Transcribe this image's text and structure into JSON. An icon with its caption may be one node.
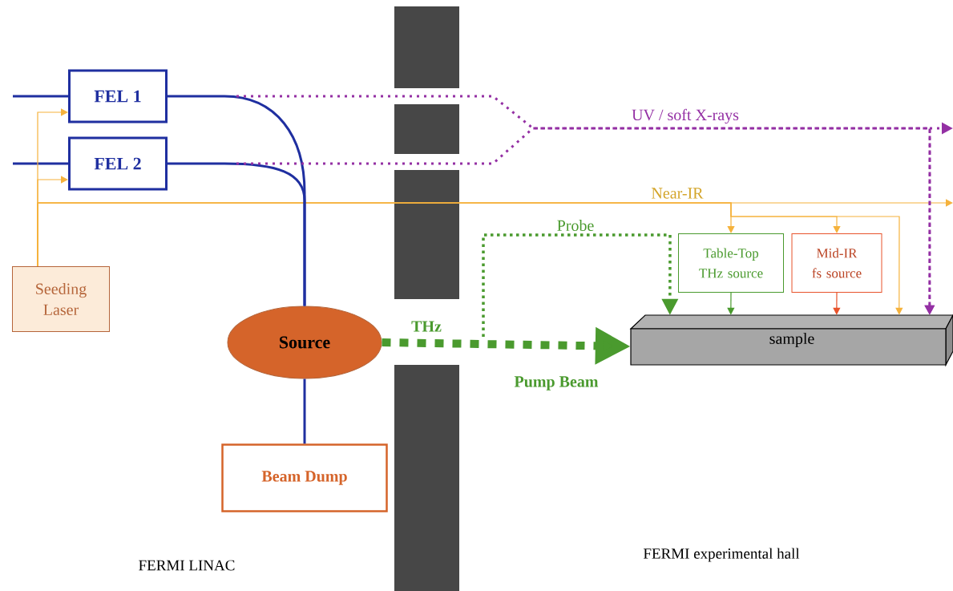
{
  "diagram": {
    "nodes": [
      {
        "text": [
          "FEL 1"
        ]
      },
      {
        "text": [
          "FEL 2"
        ]
      },
      {
        "text": [
          "Seeding Laser"
        ]
      },
      {
        "text": [
          "Source"
        ]
      },
      {
        "text": [
          "Beam Dump"
        ]
      },
      {
        "text": [
          "Table-Top THz source"
        ]
      },
      {
        "text": [
          "Mid-IR fs source"
        ]
      },
      {
        "text": [
          "sample"
        ]
      }
    ],
    "edges": [
      {
        "from": null,
        "to": 0,
        "arrow": "none",
        "color": "#1f2fa0"
      },
      {
        "from": null,
        "to": 1,
        "arrow": "none",
        "color": "#1f2fa0"
      },
      {
        "from": 2,
        "to": 0,
        "arrow": "to",
        "color": "#f5b23c"
      },
      {
        "from": 2,
        "to": 1,
        "arrow": "to",
        "color": "#f5b23c"
      },
      {
        "from": 2,
        "to": null,
        "arrow": "to",
        "label": "Near-IR",
        "color": "#f5b23c"
      },
      {
        "from": 2,
        "to": 5,
        "arrow": "to",
        "color": "#f5b23c"
      },
      {
        "from": 2,
        "to": 6,
        "arrow": "to",
        "color": "#f5b23c"
      },
      {
        "from": 2,
        "to": 7,
        "arrow": "to",
        "color": "#f5b23c"
      },
      {
        "from": 0,
        "to": 3,
        "arrow": "none",
        "color": "#1f2fa0"
      },
      {
        "from": 1,
        "to": 3,
        "arrow": "none",
        "color": "#1f2fa0"
      },
      {
        "from": 3,
        "to": 4,
        "arrow": "none",
        "color": "#1f2fa0"
      },
      {
        "from": null,
        "to": 7,
        "arrow": "to",
        "label": "UV / soft X-rays",
        "style": "dashed",
        "color": "#9430a4"
      },
      {
        "from": null,
        "to": 7,
        "arrow": "to",
        "style": "dashed",
        "color": "#9430a4"
      },
      {
        "from": 3,
        "to": 7,
        "arrow": "to",
        "label": "Pump Beam",
        "style": "dashed",
        "color": "#4a9a2e"
      },
      {
        "from": null,
        "to": 7,
        "arrow": "to",
        "label": "Probe",
        "style": "dashed",
        "color": "#4a9a2e"
      },
      {
        "from": 5,
        "to": 7,
        "arrow": "to",
        "color": "#4a9a2e"
      },
      {
        "from": 6,
        "to": 7,
        "arrow": "to",
        "color": "#e8532b"
      }
    ],
    "labels": [
      "THz",
      "FERMI LINAC",
      "FERMI experimental hall"
    ]
  }
}
